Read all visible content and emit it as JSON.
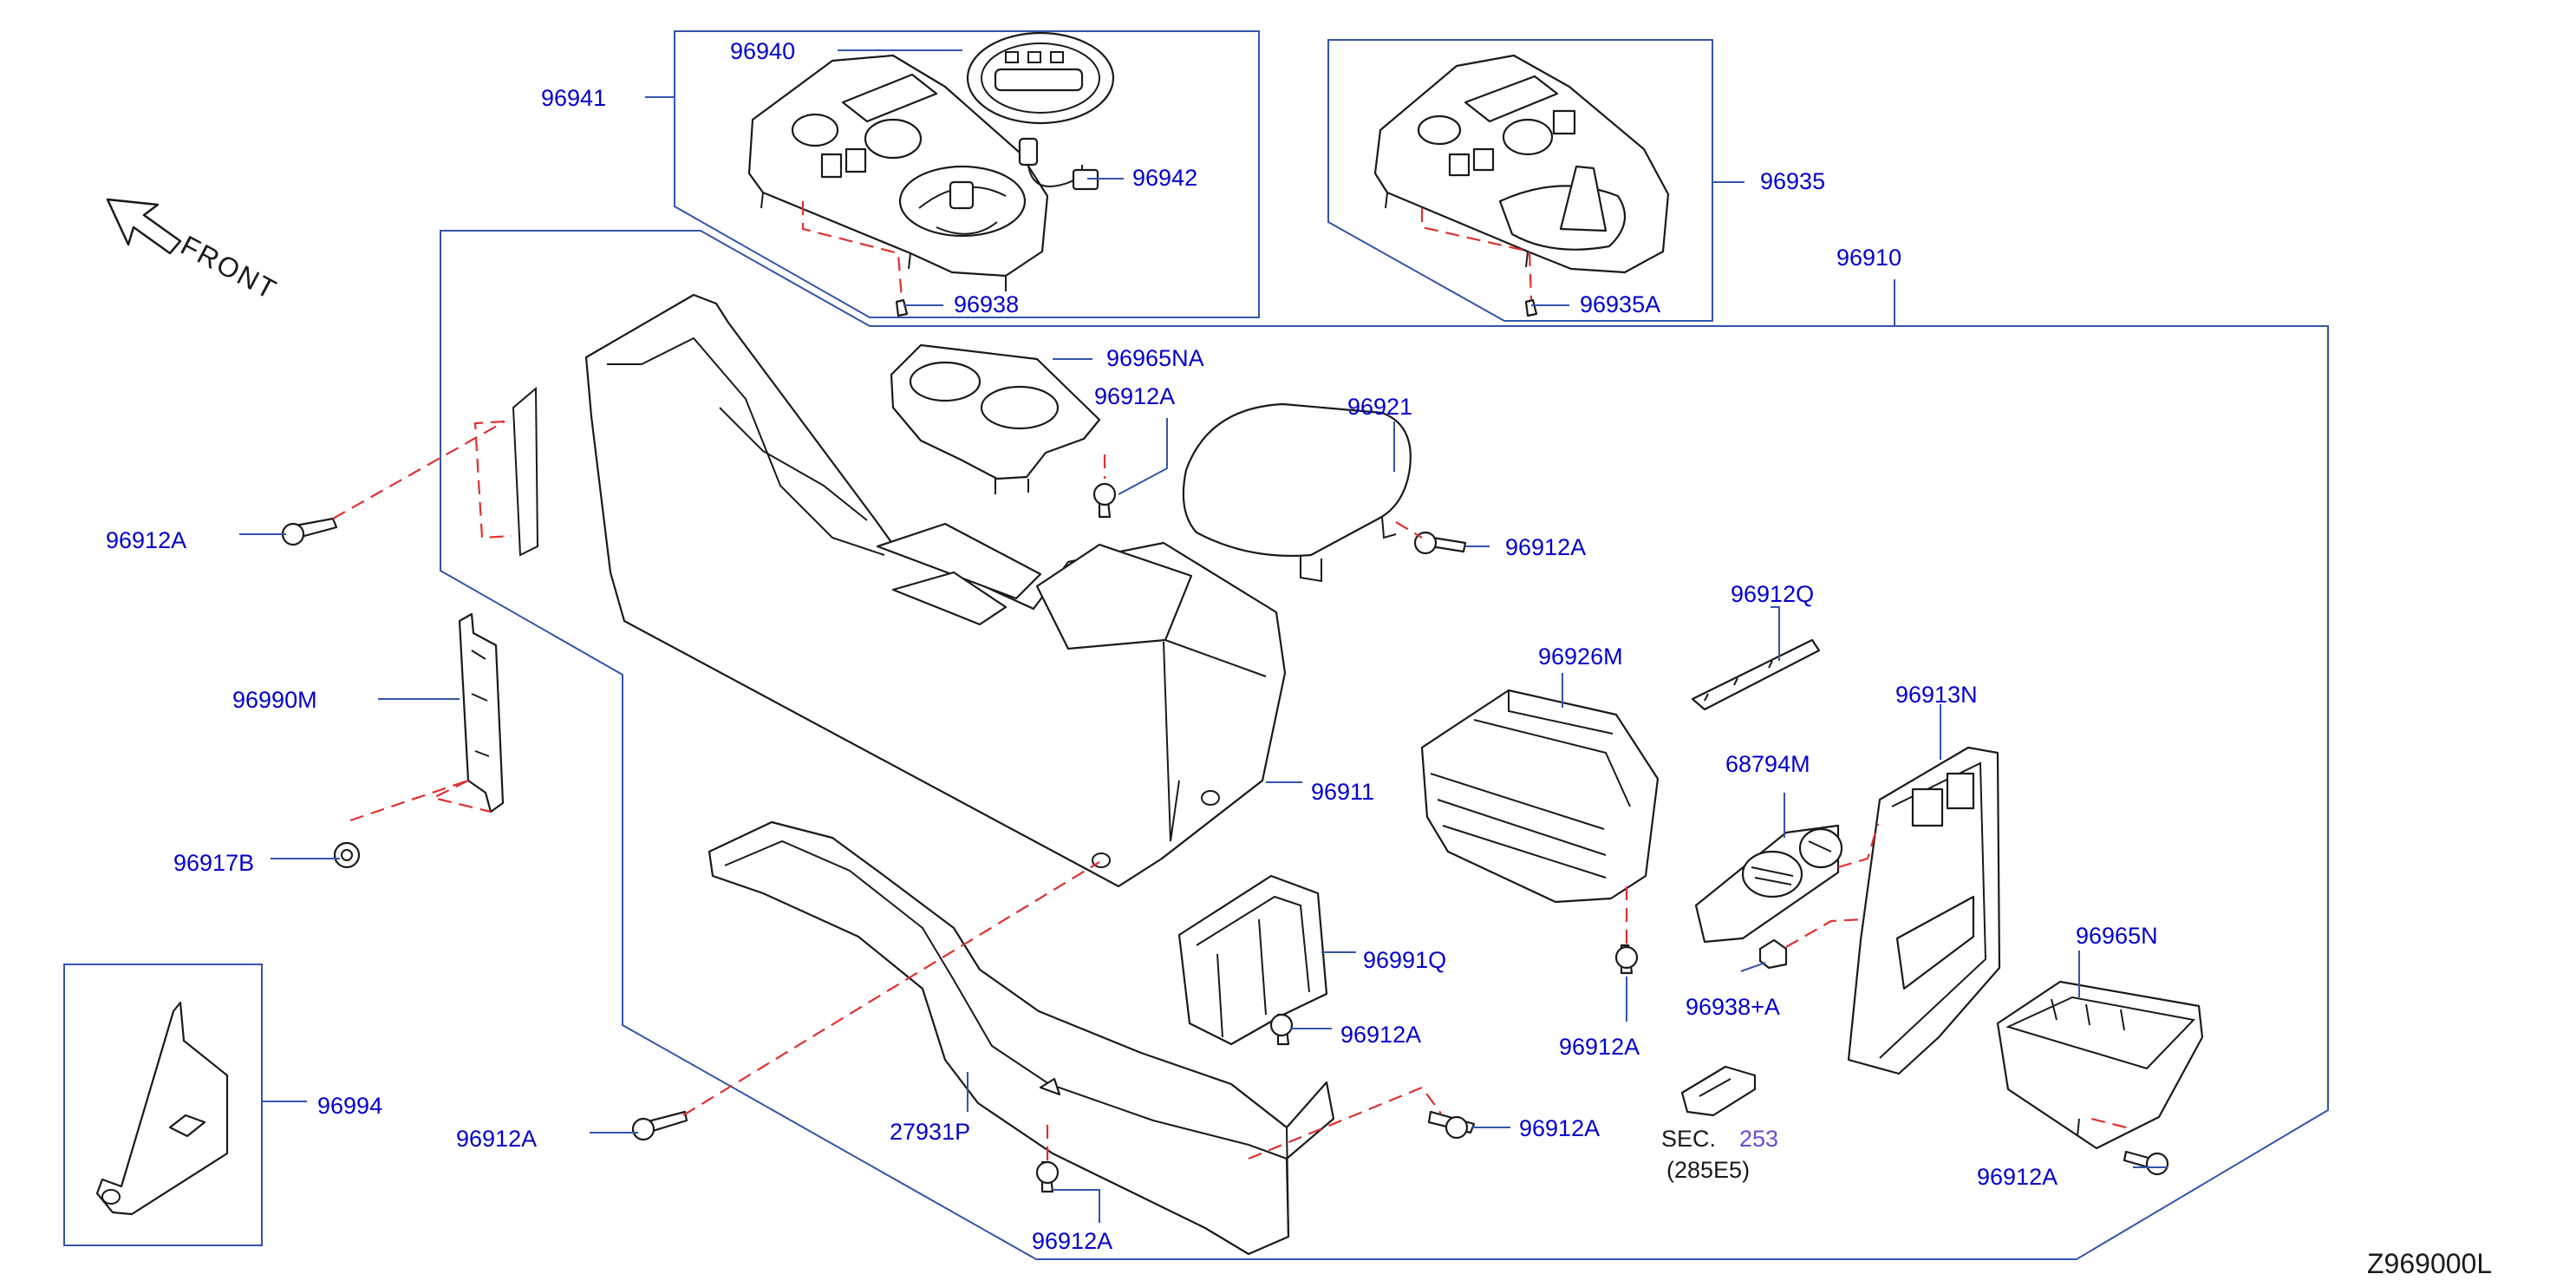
{
  "diagram": {
    "front_label": "FRONT",
    "diagram_code": "Z969000L",
    "section_ref": {
      "line1": "SEC.",
      "number": "253",
      "line2": "(285E5)"
    },
    "callouts": [
      "96940",
      "96941",
      "96942",
      "96938",
      "96935",
      "96935A",
      "96910",
      "96965NA",
      "96912A",
      "96921",
      "96912A",
      "96912A",
      "96912Q",
      "96990M",
      "96926M",
      "96913N",
      "96911",
      "68794M",
      "96917B",
      "96991Q",
      "96938+A",
      "96965N",
      "96912A",
      "96912A",
      "96994",
      "96912A",
      "96912A",
      "27931P",
      "96912A",
      "96912A"
    ]
  },
  "colors": {
    "callout": "#0000cc",
    "frame": "#3355aa",
    "dashed": "#e03030",
    "drawing": "#1a1a1a",
    "section_number": "#6a4bd4"
  }
}
